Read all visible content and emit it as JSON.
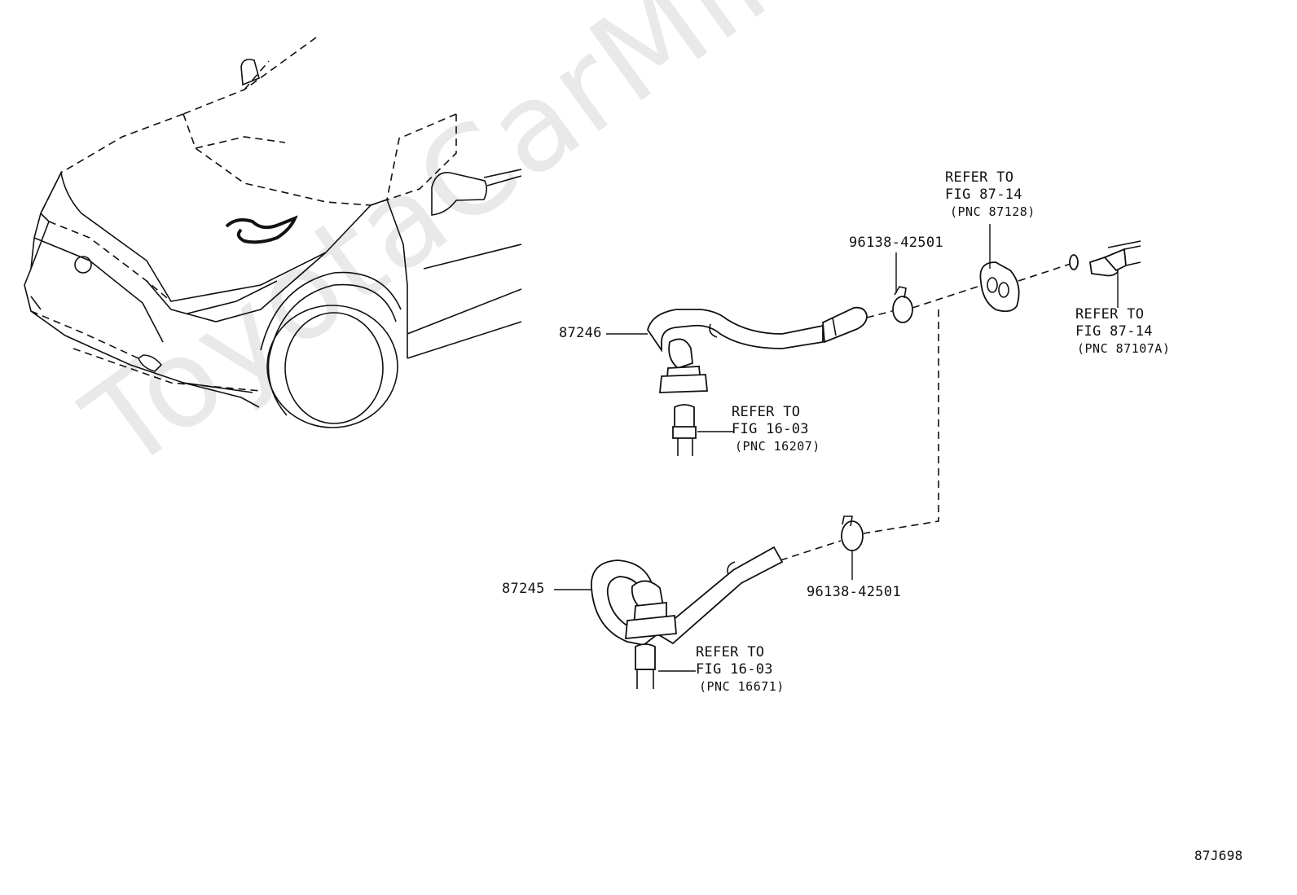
{
  "watermark": "ToyotaCarMire.ru",
  "figure_id": "87J698",
  "parts": {
    "hose_upper": "87246",
    "hose_lower": "87245",
    "clamp_upper": "96138-42501",
    "clamp_lower": "96138-42501"
  },
  "refs": {
    "grommet": {
      "line1": "REFER TO",
      "line2": "FIG 87-14",
      "pnc": "(PNC 87128)"
    },
    "nozzle": {
      "line1": "REFER TO",
      "line2": "FIG 87-14",
      "pnc": "(PNC 87107A)"
    },
    "pipe_upper": {
      "line1": "REFER TO",
      "line2": "FIG 16-03",
      "pnc": "(PNC 16207)"
    },
    "pipe_lower": {
      "line1": "REFER TO",
      "line2": "FIG 16-03",
      "pnc": "(PNC 16671)"
    }
  }
}
